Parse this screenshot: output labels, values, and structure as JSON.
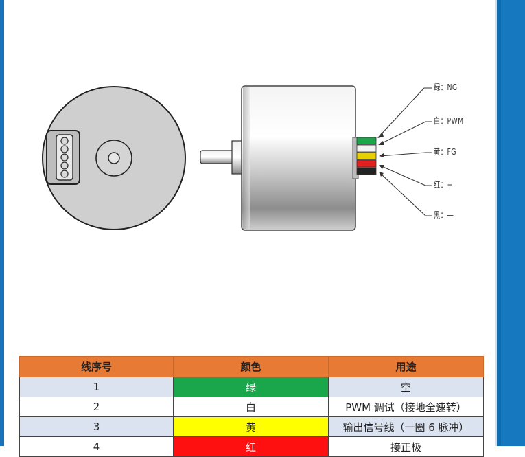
{
  "wire_labels": [
    {
      "text": "绿：NG",
      "color": "#1aa64a"
    },
    {
      "text": "白：PWM",
      "color": "#f2f2f2"
    },
    {
      "text": "黄：FG",
      "color": "#e8d000"
    },
    {
      "text": "红：+",
      "color": "#e22020"
    },
    {
      "text": "黑：—",
      "color": "#222222"
    }
  ],
  "table": {
    "headers": [
      "线序号",
      "颜色",
      "用途"
    ],
    "rows": [
      {
        "no": "1",
        "color": "绿",
        "use": "空"
      },
      {
        "no": "2",
        "color": "白",
        "use": "PWM 调试（接地全速转）"
      },
      {
        "no": "3",
        "color": "黄",
        "use": "输出信号线（一圈 6 脉冲）"
      },
      {
        "no": "4",
        "color": "红",
        "use": "接正极"
      }
    ]
  },
  "colors": {
    "header_bg": "#e77a34",
    "green": "#1aa64a",
    "yellow": "#ffff00",
    "red": "#ff1010",
    "side_blue": "#1679bf"
  }
}
